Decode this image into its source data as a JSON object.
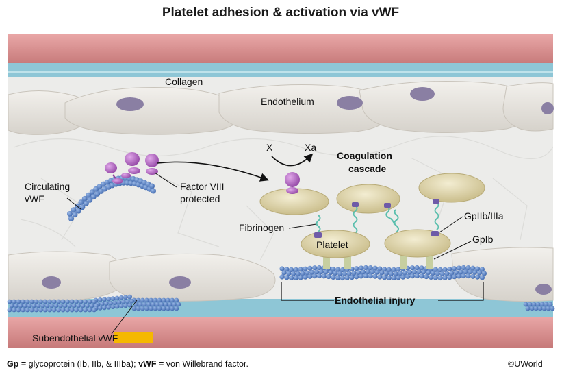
{
  "title": "Platelet adhesion & activation via vWF",
  "labels": {
    "collagen": "Collagen",
    "endothelium": "Endothelium",
    "circulating_vwf_line1": "Circulating",
    "circulating_vwf_line2": "vWF",
    "factor_viii_line1": "Factor VIII",
    "factor_viii_line2": "protected",
    "x": "X",
    "xa": "Xa",
    "coagulation_line1": "Coagulation",
    "coagulation_line2": "cascade",
    "fibrinogen": "Fibrinogen",
    "platelet": "Platelet",
    "gp2b3a": "GpIIb/IIIa",
    "gp1b": "GpIb",
    "endothelial_injury": "Endothelial injury",
    "subendothelial_vwf": "Subendothelial vWF"
  },
  "footnote": {
    "gp_abbr": "Gp =",
    "gp_text": " glycoprotein (Ib, IIb, & IIIba); ",
    "vwf_abbr": "vWF =",
    "vwf_text": " von Willebrand factor."
  },
  "copyright": "©UWorld",
  "colors": {
    "vessel_wall": "#d98c8c",
    "vessel_wall_dark": "#b86a6a",
    "basement": "#8ec6d6",
    "endothelial_cell": "#e4e1dc",
    "lumen": "#ededeb",
    "nucleus": "#8a7fa3",
    "vwf_bead": "#5b84c4",
    "factor_viii": "#b86bc4",
    "platelet": "#dcd3ac",
    "receptor": "#6e5aa8",
    "fibrinogen": "#6fc9b8",
    "highlight": "#f5b800"
  }
}
